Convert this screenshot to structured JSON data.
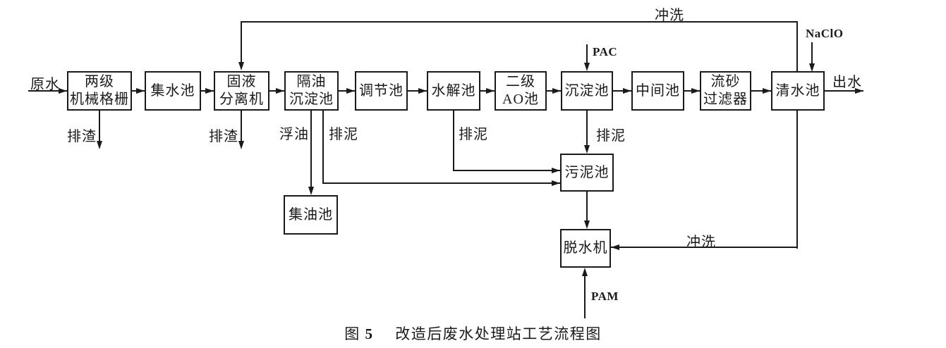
{
  "colors": {
    "ink": "#1a1a1a",
    "background": "#ffffff"
  },
  "diagram": {
    "nodes": {
      "mechanical_screen": "两级\n机械格栅",
      "collection_tank": "集水池",
      "solid_liquid_separator": "固液\n分离机",
      "oil_separation_tank": "隔油\n沉淀池",
      "regulating_tank": "调节池",
      "hydrolysis_tank": "水解池",
      "ao_tank": "二级\nAO池",
      "sedimentation_tank": "沉淀池",
      "intermediate_tank": "中间池",
      "sand_filter": "流砂\n过滤器",
      "clean_water_tank": "清水池",
      "oil_collection_tank": "集油池",
      "sludge_tank": "污泥池",
      "dewatering_machine": "脱水机"
    },
    "flow_labels": {
      "raw_water": "原水",
      "effluent": "出水",
      "slag_discharge_1": "排渣",
      "slag_discharge_2": "排渣",
      "floating_oil": "浮油",
      "sludge_discharge_1": "排泥",
      "sludge_discharge_2": "排泥",
      "sludge_discharge_3": "排泥",
      "flush_top": "冲洗",
      "flush_bottom": "冲洗"
    },
    "chemical_labels": {
      "pac": "PAC",
      "pam": "PAM",
      "naclo": "NaClO"
    },
    "caption": {
      "figure_label": "图",
      "figure_number": "5",
      "title": "改造后废水处理站工艺流程图"
    }
  }
}
